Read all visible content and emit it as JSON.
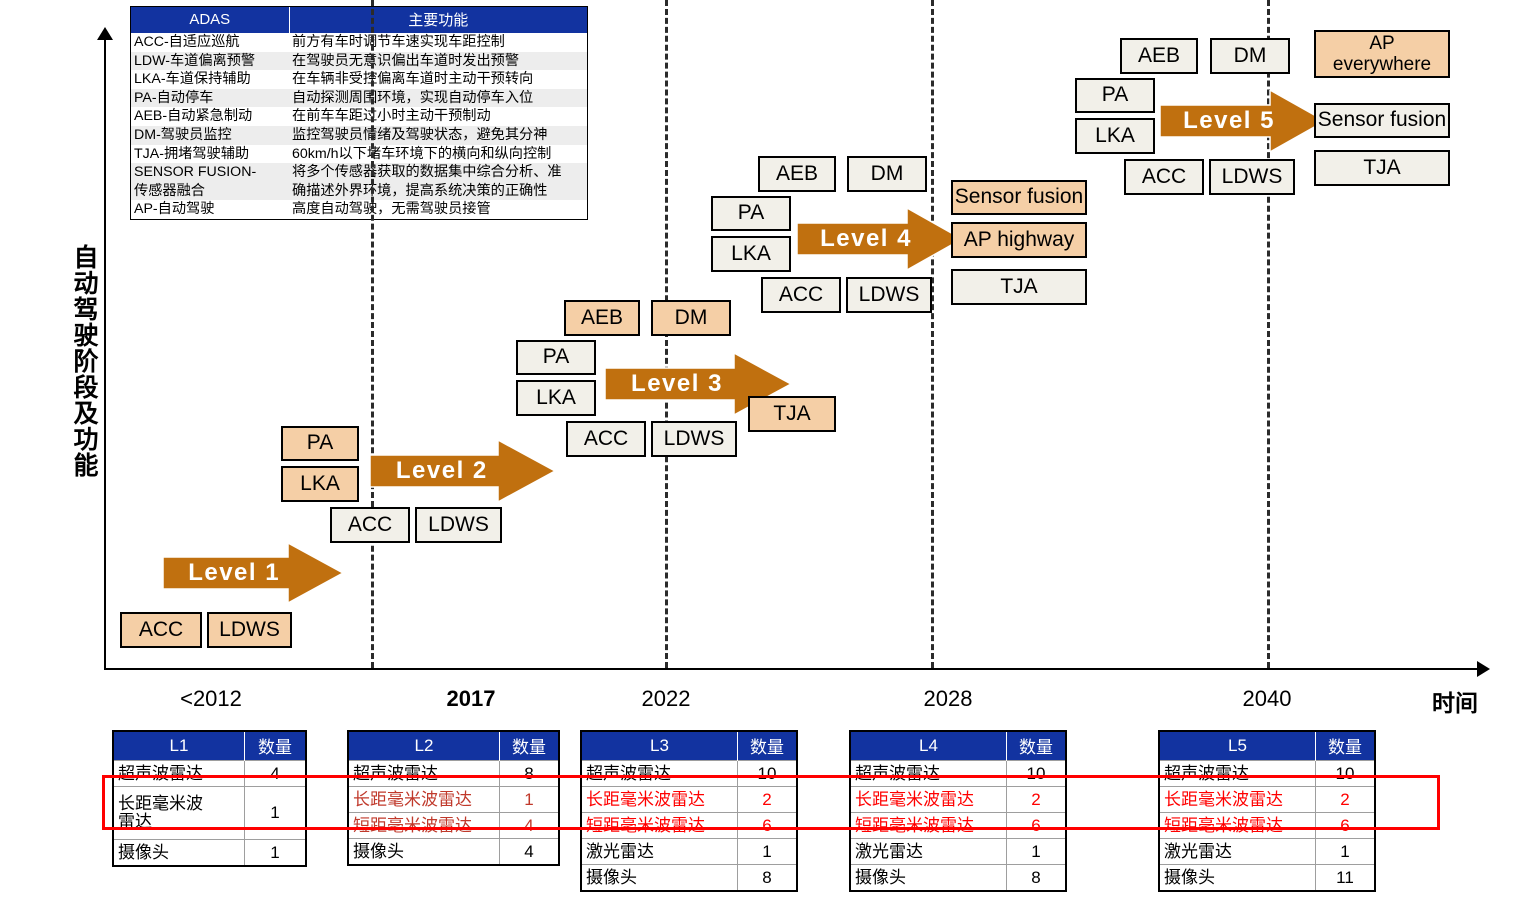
{
  "adas_table": {
    "headers": [
      "ADAS",
      "主要功能"
    ],
    "rows": [
      {
        "abbr": "ACC-自适应巡航",
        "desc": "前方有车时调节车速实现车距控制"
      },
      {
        "abbr": "LDW-车道偏离预警",
        "desc": "在驾驶员无意识偏出车道时发出预警"
      },
      {
        "abbr": "LKA-车道保持辅助",
        "desc": "在车辆非受控偏离车道时主动干预转向"
      },
      {
        "abbr": "PA-自动停车",
        "desc": "自动探测周围环境，实现自动停车入位"
      },
      {
        "abbr": "AEB-自动紧急制动",
        "desc": "在前车车距过小时主动干预制动"
      },
      {
        "abbr": "DM-驾驶员监控",
        "desc": "监控驾驶员情绪及驾驶状态，避免其分神"
      },
      {
        "abbr": "TJA-拥堵驾驶辅助",
        "desc": "60km/h以下堵车环境下的横向和纵向控制"
      },
      {
        "abbr": "SENSOR FUSION-",
        "desc": "将多个传感器获取的数据集中综合分析、准"
      },
      {
        "abbr": "传感器融合",
        "desc": "确描述外界环境，提高系统决策的正确性"
      },
      {
        "abbr": "AP-自动驾驶",
        "desc": "高度自动驾驶，无需驾驶员接管"
      }
    ]
  },
  "axes": {
    "y_label": "自动驾驶阶段及功能",
    "x_label": "时间",
    "x_ticks": [
      {
        "label": "<2012",
        "bold": false
      },
      {
        "label": "2017",
        "bold": true
      },
      {
        "label": "2022",
        "bold": false
      },
      {
        "label": "2028",
        "bold": false
      },
      {
        "label": "2040",
        "bold": false
      }
    ]
  },
  "levels": [
    {
      "arrow_label": "Level  1",
      "features": [
        "ACC",
        "LDWS"
      ]
    },
    {
      "arrow_label": "Level  2",
      "features": [
        "PA",
        "LKA",
        "ACC",
        "LDWS"
      ]
    },
    {
      "arrow_label": "Level  3",
      "features": [
        "AEB",
        "DM",
        "PA",
        "LKA",
        "ACC",
        "LDWS",
        "TJA"
      ]
    },
    {
      "arrow_label": "Level  4",
      "features": [
        "AEB",
        "DM",
        "PA",
        "LKA",
        "ACC",
        "LDWS",
        "Sensor fusion",
        "AP highway",
        "TJA"
      ]
    },
    {
      "arrow_label": "Level  5",
      "features": [
        "AEB",
        "DM",
        "PA",
        "LKA",
        "ACC",
        "LDWS",
        "AP everywhere",
        "Sensor fusion",
        "TJA"
      ]
    }
  ],
  "feature_boxes": {
    "l1_acc": "ACC",
    "l1_ldws": "LDWS",
    "l2_pa": "PA",
    "l2_lka": "LKA",
    "l2_acc": "ACC",
    "l2_ldws": "LDWS",
    "l3_aeb": "AEB",
    "l3_dm": "DM",
    "l3_pa": "PA",
    "l3_lka": "LKA",
    "l3_acc": "ACC",
    "l3_ldws": "LDWS",
    "l3_tja": "TJA",
    "l4_aeb": "AEB",
    "l4_dm": "DM",
    "l4_pa": "PA",
    "l4_lka": "LKA",
    "l4_acc": "ACC",
    "l4_ldws": "LDWS",
    "l4_sensor_fusion": "Sensor fusion",
    "l4_ap_highway": "AP highway",
    "l4_tja": "TJA",
    "l5_aeb": "AEB",
    "l5_dm": "DM",
    "l5_pa": "PA",
    "l5_lka": "LKA",
    "l5_acc": "ACC",
    "l5_ldws": "LDWS",
    "l5_ap_line1": "AP",
    "l5_ap_line2": "everywhere",
    "l5_sensor_fusion": "Sensor fusion",
    "l5_tja": "TJA"
  },
  "arrow_labels": {
    "l1": "Level  1",
    "l2": "Level  2",
    "l3": "Level  3",
    "l4": "Level  4",
    "l5": "Level  5"
  },
  "sensor_tables": [
    {
      "header": [
        "L1",
        "数量"
      ],
      "rows": [
        {
          "name": "超声波雷达",
          "qty": "4",
          "style": "normal"
        },
        {
          "name": "长距毫米波\n雷达",
          "qty": "1",
          "style": "normal"
        },
        {
          "name": "摄像头",
          "qty": "1",
          "style": "normal"
        }
      ]
    },
    {
      "header": [
        "L2",
        "数量"
      ],
      "rows": [
        {
          "name": "超声波雷达",
          "qty": "8",
          "style": "normal"
        },
        {
          "name": "长距毫米波雷达",
          "qty": "1",
          "style": "redbrown"
        },
        {
          "name": "短距毫米波雷达",
          "qty": "4",
          "style": "redbrown"
        },
        {
          "name": "摄像头",
          "qty": "4",
          "style": "normal"
        }
      ]
    },
    {
      "header": [
        "L3",
        "数量"
      ],
      "rows": [
        {
          "name": "超声波雷达",
          "qty": "10",
          "style": "normal"
        },
        {
          "name": "长距毫米波雷达",
          "qty": "2",
          "style": "red"
        },
        {
          "name": "短距毫米波雷达",
          "qty": "6",
          "style": "red"
        },
        {
          "name": "激光雷达",
          "qty": "1",
          "style": "normal"
        },
        {
          "name": "摄像头",
          "qty": "8",
          "style": "normal"
        }
      ]
    },
    {
      "header": [
        "L4",
        "数量"
      ],
      "rows": [
        {
          "name": "超声波雷达",
          "qty": "10",
          "style": "normal"
        },
        {
          "name": "长距毫米波雷达",
          "qty": "2",
          "style": "red"
        },
        {
          "name": "短距毫米波雷达",
          "qty": "6",
          "style": "red"
        },
        {
          "name": "激光雷达",
          "qty": "1",
          "style": "normal"
        },
        {
          "name": "摄像头",
          "qty": "8",
          "style": "normal"
        }
      ]
    },
    {
      "header": [
        "L5",
        "数量"
      ],
      "rows": [
        {
          "name": "超声波雷达",
          "qty": "10",
          "style": "normal"
        },
        {
          "name": "长距毫米波雷达",
          "qty": "2",
          "style": "red"
        },
        {
          "name": "短距毫米波雷达",
          "qty": "6",
          "style": "red"
        },
        {
          "name": "激光雷达",
          "qty": "1",
          "style": "normal"
        },
        {
          "name": "摄像头",
          "qty": "11",
          "style": "normal"
        }
      ]
    }
  ],
  "colors": {
    "arrow_orange": "#c0700f",
    "box_tan": "#f5cfa6",
    "box_cream": "#f2f0e9",
    "table_header_blue": "#1233a0",
    "highlight_red": "#ff0000"
  },
  "chart_data": {
    "type": "table",
    "title": "自动驾驶阶段及功能 vs 时间",
    "xlabel": "时间",
    "ylabel": "自动驾驶阶段及功能",
    "x_categories": [
      "<2012",
      "2017",
      "2022",
      "2028",
      "2040"
    ],
    "series": [
      {
        "name": "Level  1",
        "x": "<2012",
        "features": [
          "ACC",
          "LDWS"
        ],
        "sensors": {
          "超声波雷达": 4,
          "长距毫米波雷达": 1,
          "摄像头": 1
        }
      },
      {
        "name": "Level  2",
        "x": "2017",
        "features": [
          "PA",
          "LKA",
          "ACC",
          "LDWS"
        ],
        "sensors": {
          "超声波雷达": 8,
          "长距毫米波雷达": 1,
          "短距毫米波雷达": 4,
          "摄像头": 4
        }
      },
      {
        "name": "Level  3",
        "x": "2022",
        "features": [
          "AEB",
          "DM",
          "PA",
          "LKA",
          "ACC",
          "LDWS",
          "TJA"
        ],
        "sensors": {
          "超声波雷达": 10,
          "长距毫米波雷达": 2,
          "短距毫米波雷达": 6,
          "激光雷达": 1,
          "摄像头": 8
        }
      },
      {
        "name": "Level  4",
        "x": "2028",
        "features": [
          "AEB",
          "DM",
          "PA",
          "LKA",
          "ACC",
          "LDWS",
          "Sensor fusion",
          "AP highway",
          "TJA"
        ],
        "sensors": {
          "超声波雷达": 10,
          "长距毫米波雷达": 2,
          "短距毫米波雷达": 6,
          "激光雷达": 1,
          "摄像头": 8
        }
      },
      {
        "name": "Level  5",
        "x": "2040",
        "features": [
          "AEB",
          "DM",
          "PA",
          "LKA",
          "ACC",
          "LDWS",
          "AP everywhere",
          "Sensor fusion",
          "TJA"
        ],
        "sensors": {
          "超声波雷达": 10,
          "长距毫米波雷达": 2,
          "短距毫米波雷达": 6,
          "激光雷达": 1,
          "摄像头": 11
        }
      }
    ]
  }
}
